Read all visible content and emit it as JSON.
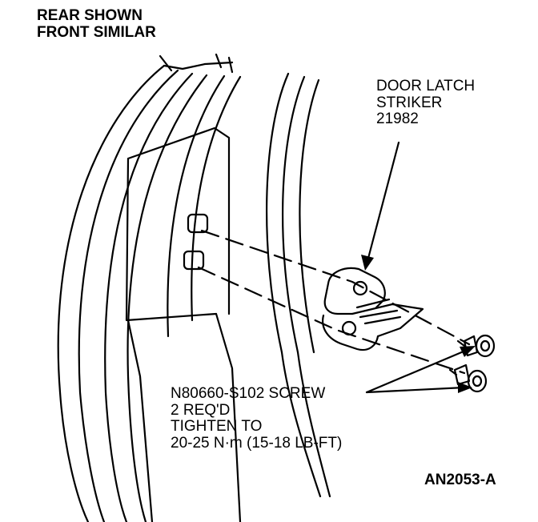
{
  "view_note": {
    "line1": "REAR SHOWN",
    "line2": "FRONT SIMILAR"
  },
  "part_callout": {
    "line1": "DOOR LATCH",
    "line2": "STRIKER",
    "line3": "21982"
  },
  "screw_callout": {
    "line1": "N80660-S102 SCREW",
    "line2": "2 REQ'D",
    "line3": "TIGHTEN TO",
    "line4": "20-25 N·m (15-18 LB-FT)"
  },
  "figure_id": "AN2053-A",
  "colors": {
    "ink": "#000000",
    "paper": "#ffffff"
  }
}
